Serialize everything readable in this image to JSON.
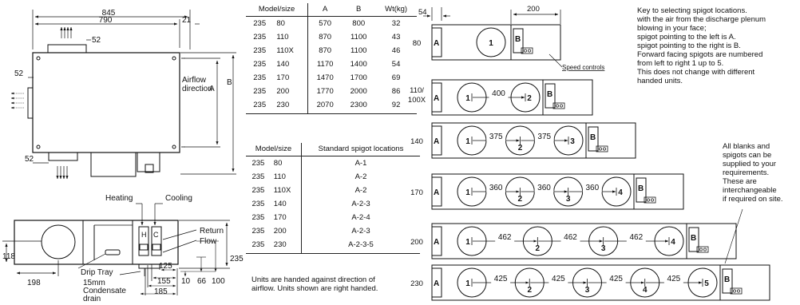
{
  "top_view": {
    "dim_width": "845",
    "dim_inner": "790",
    "dim_right": "21",
    "dim_52_top": "52",
    "dim_52_left": "52",
    "dim_52_bottom": "52",
    "airflow_line1": "Airflow",
    "airflow_line2": "direction",
    "label_a": "A",
    "label_b": "B"
  },
  "side_view": {
    "heating": "Heating",
    "cooling": "Cooling",
    "return": "Return",
    "flow": "Flow",
    "h": "H",
    "c": "C",
    "dim_235": "235",
    "dim_118": "118",
    "dim_198": "198",
    "drip_tray": "Drip Tray",
    "condensate": [
      "15mm",
      "Condensate",
      "drain"
    ],
    "dim_125": "125",
    "dim_155": "155",
    "dim_185": "185",
    "dim_10": "10",
    "dim_66": "66",
    "dim_100": "100"
  },
  "table1": {
    "headers": [
      "Model/size",
      "A",
      "B",
      "Wt(kg)"
    ],
    "rows": [
      [
        "235",
        "80",
        "570",
        "800",
        "32"
      ],
      [
        "235",
        "110",
        "870",
        "1100",
        "43"
      ],
      [
        "235",
        "110X",
        "870",
        "1100",
        "46"
      ],
      [
        "235",
        "140",
        "1170",
        "1400",
        "54"
      ],
      [
        "235",
        "170",
        "1470",
        "1700",
        "69"
      ],
      [
        "235",
        "200",
        "1770",
        "2000",
        "86"
      ],
      [
        "235",
        "230",
        "2070",
        "2300",
        "92"
      ]
    ]
  },
  "table2": {
    "headers": [
      "Model/size",
      "Standard spigot locations"
    ],
    "rows": [
      [
        "235",
        "80",
        "A-1"
      ],
      [
        "235",
        "110",
        "A-2"
      ],
      [
        "235",
        "110X",
        "A-2"
      ],
      [
        "235",
        "140",
        "A-2-3"
      ],
      [
        "235",
        "170",
        "A-2-4"
      ],
      [
        "235",
        "200",
        "A-2-3"
      ],
      [
        "235",
        "230",
        "A-2-3-5"
      ]
    ]
  },
  "note_handed": [
    "Units are handed against direction of",
    "airflow. Units shown are right handed."
  ],
  "spigot_panel": {
    "dim_54": "54",
    "dim_200": "200",
    "speed_controls": "Speed controls",
    "a": "A",
    "b": "B",
    "units": [
      {
        "model": [
          "80"
        ],
        "labels": [
          "1"
        ],
        "gaps": []
      },
      {
        "model": [
          "110/",
          "100X"
        ],
        "labels": [
          "1",
          "2"
        ],
        "gaps": [
          "400"
        ]
      },
      {
        "model": [
          "140"
        ],
        "labels": [
          "1",
          "2",
          "3"
        ],
        "gaps": [
          "375",
          "375"
        ]
      },
      {
        "model": [
          "170"
        ],
        "labels": [
          "1",
          "2",
          "3",
          "4"
        ],
        "gaps": [
          "360",
          "360",
          "360"
        ]
      },
      {
        "model": [
          "200"
        ],
        "labels": [
          "1",
          "2",
          "3",
          "4"
        ],
        "gaps": [
          "462",
          "462",
          "462"
        ]
      },
      {
        "model": [
          "230"
        ],
        "labels": [
          "1",
          "2",
          "3",
          "4",
          "5"
        ],
        "gaps": [
          "425",
          "425",
          "425",
          "425"
        ]
      }
    ]
  },
  "key_text": [
    "Key to selecting spigot locations.",
    "with the air from the discharge plenum",
    "blowing in your face;",
    "spigot pointing to the left is A.",
    "spigot pointing to the right is B.",
    "Forward facing spigots are numbered",
    "from left to right 1 up to 5.",
    "This does not change with different",
    "handed units."
  ],
  "blanks_note": [
    "All blanks and",
    "spigots can be",
    "supplied to your",
    "requirements.",
    "These are",
    "interchangeable",
    "if required on site."
  ]
}
